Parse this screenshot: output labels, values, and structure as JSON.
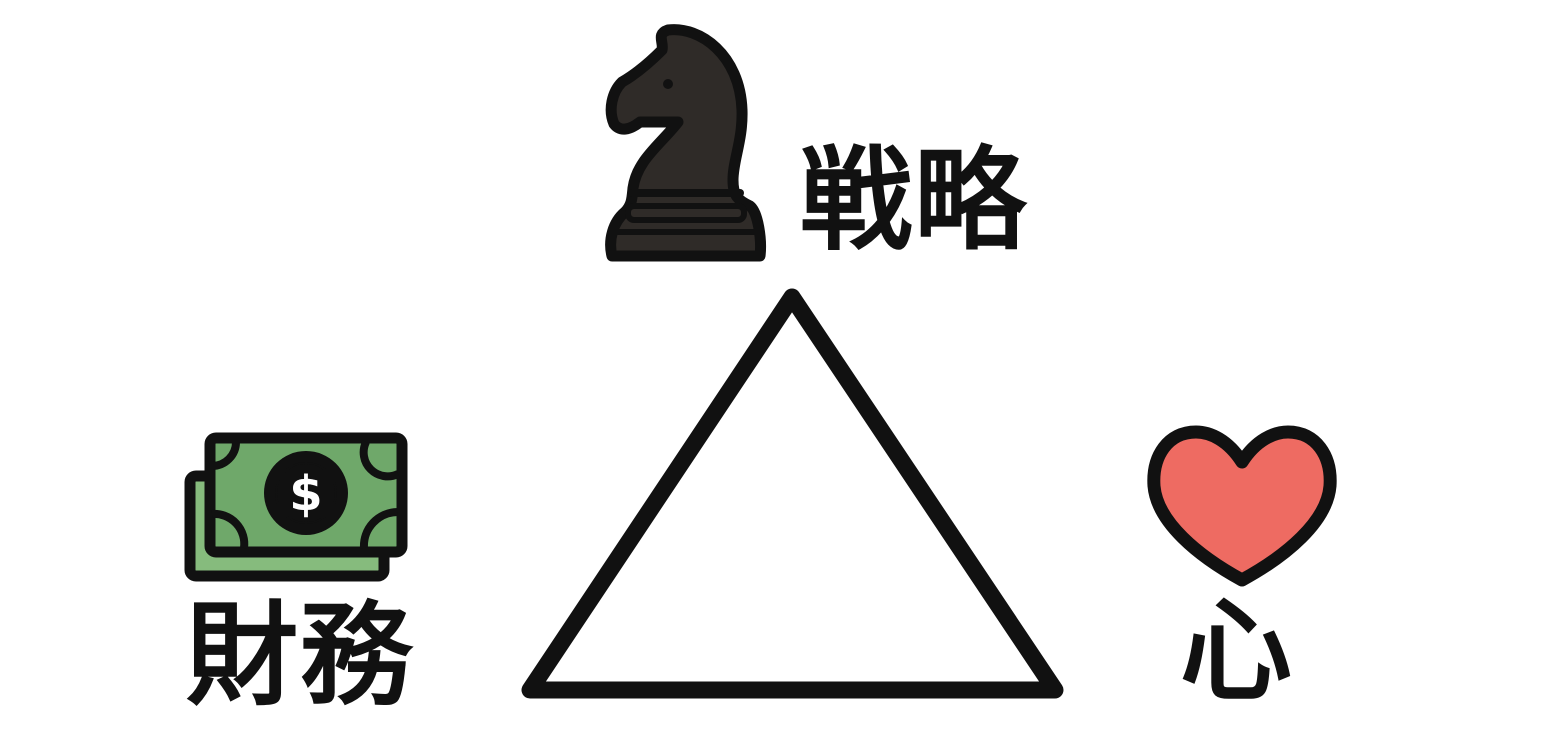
{
  "diagram": {
    "nodes": {
      "strategy": {
        "label": "戦略",
        "icon": "chess-knight-icon"
      },
      "finance": {
        "label": "財務",
        "icon": "dollar-bill-icon"
      },
      "heart": {
        "label": "心",
        "icon": "heart-icon"
      }
    },
    "center_shape": "triangle-outline"
  },
  "colors": {
    "stroke": "#111111",
    "knight_fill": "#2f2b28",
    "money_green": "#6fa86a",
    "money_green_light": "#86bb7d",
    "heart_fill": "#ee6b62",
    "background": "#ffffff"
  }
}
